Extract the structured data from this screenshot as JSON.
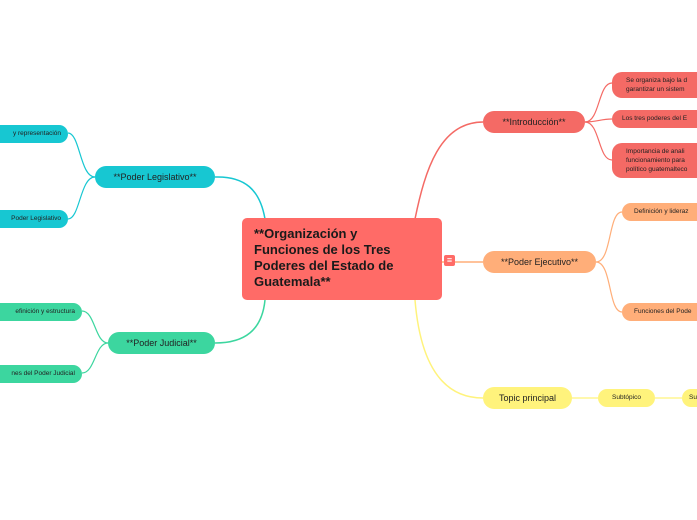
{
  "central": {
    "title_lines": [
      "**Organización y",
      "Funciones de los Tres",
      "Poderes del Estado de",
      "Guatemala**"
    ]
  },
  "menu_icon": "list-icon",
  "colors": {
    "central": "#ff6b67",
    "legislativo": "#17c7d2",
    "judicial": "#3cd69f",
    "introduccion": "#f46a65",
    "ejecutivo": "#ffae79",
    "topic": "#fff37c"
  },
  "branches": {
    "legislativo": {
      "label": "**Poder Legislativo**",
      "children": [
        "y representación",
        "Poder Legislativo"
      ]
    },
    "judicial": {
      "label": "**Poder Judicial**",
      "children": [
        "efinición y estructura",
        "nes del Poder Judicial"
      ]
    },
    "introduccion": {
      "label": "**Introducción**",
      "children": [
        "Se organiza bajo la d garantizar un sistem",
        "Los tres poderes del E",
        "Importancia de anali funcionamiento para político guatemalteco"
      ]
    },
    "ejecutivo": {
      "label": "**Poder Ejecutivo**",
      "children": [
        "Definición y lideraz",
        "Funciones del Pode"
      ]
    },
    "topic": {
      "label": "Topic principal",
      "subtopic": "Subtópico",
      "subtopic2": "Su"
    }
  }
}
